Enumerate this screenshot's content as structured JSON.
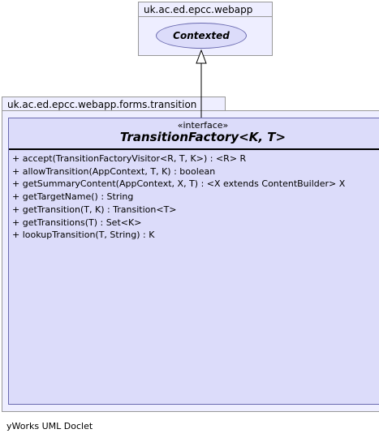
{
  "top_package": {
    "name": "uk.ac.ed.epcc.webapp",
    "interface_name": "Contexted"
  },
  "bottom_package": {
    "name": "uk.ac.ed.epcc.webapp.forms.transition"
  },
  "interface": {
    "stereotype": "«interface»",
    "name": "TransitionFactory<K, T>",
    "methods": [
      "+  accept(TransitionFactoryVisitor<R, T, K>) : <R> R",
      "+  allowTransition(AppContext, T, K) : boolean",
      "+  getSummaryContent(AppContext, X, T) : <X extends ContentBuilder> X",
      "+  getTargetName() : String",
      "+  getTransition(T, K) : Transition<T>",
      "+  getTransitions(T) : Set<K>",
      "+  lookupTransition(T, String) : K"
    ]
  },
  "footer": "yWorks UML Doclet",
  "colors": {
    "package_fill": "#eeeeff",
    "package_border": "#999999",
    "class_fill": "#dcdcfa",
    "class_border": "#6a6ab0"
  }
}
